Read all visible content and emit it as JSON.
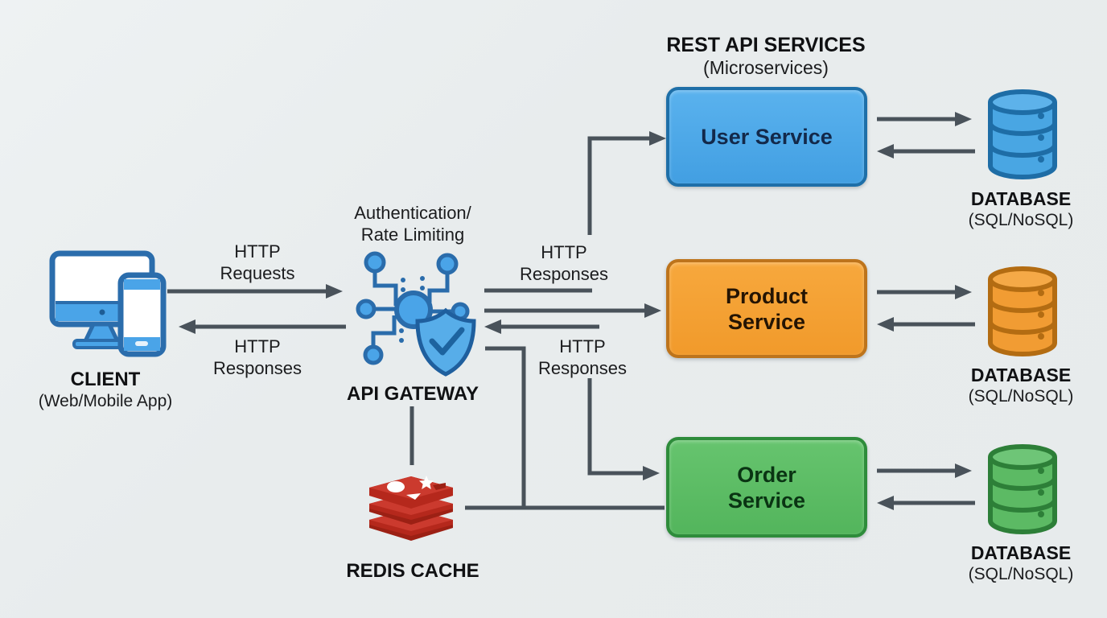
{
  "title": {
    "main": "REST API SERVICES",
    "sub": "(Microservices)"
  },
  "client": {
    "label": "CLIENT",
    "sublabel": "(Web/Mobile App)"
  },
  "gateway": {
    "top_label_line1": "Authentication/",
    "top_label_line2": "Rate Limiting",
    "label": "API GATEWAY"
  },
  "redis": {
    "label": "REDIS CACHE"
  },
  "services": [
    {
      "id": "user-service",
      "lines": [
        "User Service"
      ],
      "fill": "#42a5e8",
      "border": "#1e6fa8"
    },
    {
      "id": "product-service",
      "lines": [
        "Product",
        "Service"
      ],
      "fill": "#f3a135",
      "border": "#bd741c"
    },
    {
      "id": "order-service",
      "lines": [
        "Order",
        "Service"
      ],
      "fill": "#5dbd65",
      "border": "#2e8c3b"
    }
  ],
  "databases": [
    {
      "id": "user-database",
      "label": "DATABASE",
      "sublabel": "(SQL/NoSQL)",
      "color": "#49a6e3",
      "border": "#1e6da6"
    },
    {
      "id": "product-database",
      "label": "DATABASE",
      "sublabel": "(SQL/NoSQL)",
      "color": "#f19c33",
      "border": "#b36c12"
    },
    {
      "id": "order-database",
      "label": "DATABASE",
      "sublabel": "(SQL/NoSQL)",
      "color": "#5cba64",
      "border": "#2d7f38"
    }
  ],
  "arrow_labels": {
    "http_requests": {
      "line1": "HTTP",
      "line2": "Requests"
    },
    "http_responses_client": {
      "line1": "HTTP",
      "line2": "Responses"
    },
    "http_responses_upper": {
      "line1": "HTTP",
      "line2": "Responses"
    },
    "http_responses_lower": {
      "line1": "HTTP",
      "line2": "Responses"
    }
  },
  "colors": {
    "background": "#e9edee",
    "arrow": "#49525a",
    "client_icon_blue": "#4aa4e8",
    "client_icon_outline": "#2b6dac",
    "redis_red": "#c6302b",
    "redis_dark": "#9c2014",
    "shield_blue": "#57ade9"
  }
}
